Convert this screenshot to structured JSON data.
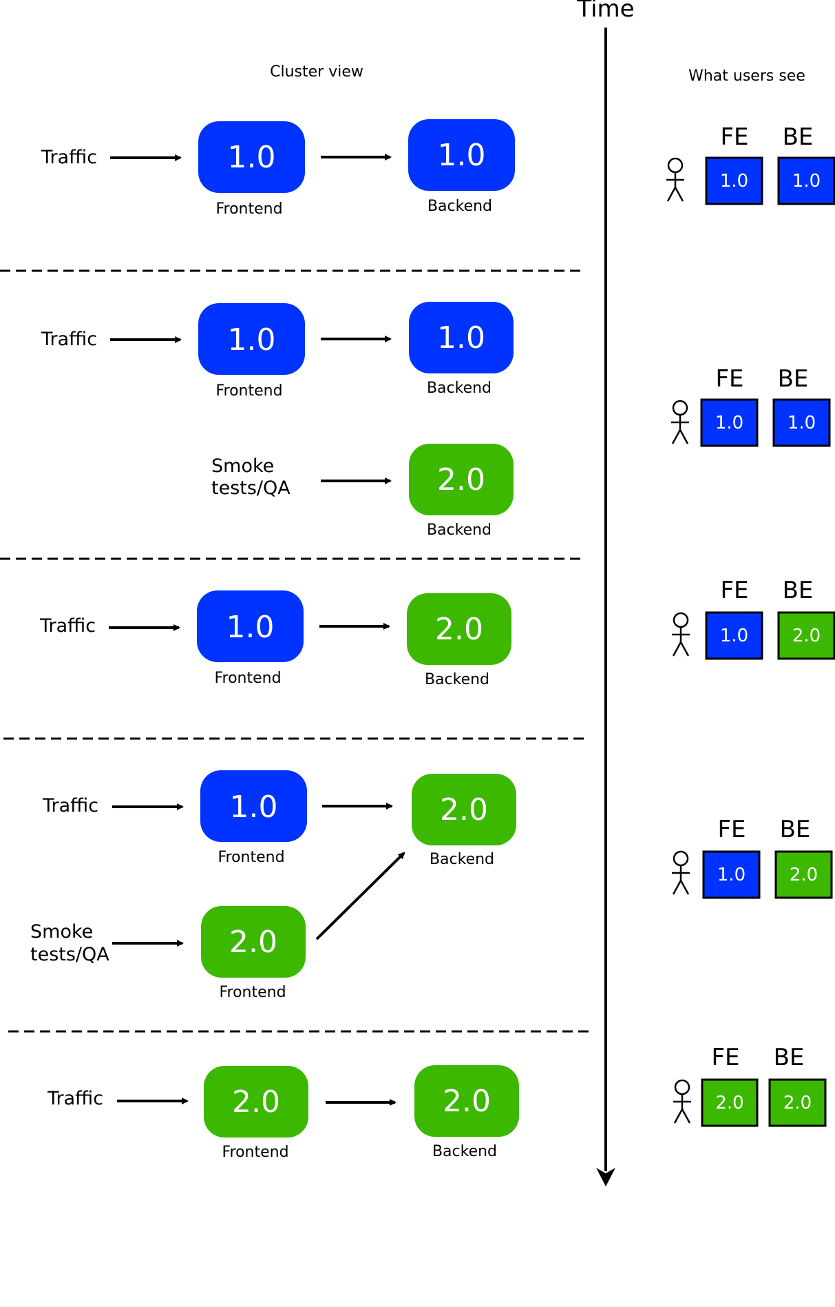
{
  "time_label": "Time",
  "cluster_view_title": "Cluster view",
  "users_view_title": "What users see",
  "colors": {
    "v1": "#0033ff",
    "v2": "#3cb800",
    "line": "#000000",
    "text_on_box": "#ffffff"
  },
  "icons": [
    "person-icon",
    "arrow-right-icon",
    "arrow-down-icon"
  ],
  "stages": [
    {
      "rows": [
        {
          "source": "Traffic",
          "frontend": "1.0",
          "backend": "1.0",
          "frontend_label": "Frontend",
          "backend_label": "Backend"
        }
      ],
      "users_see": {
        "fe_label": "FE",
        "be_label": "BE",
        "fe": "1.0",
        "be": "1.0"
      }
    },
    {
      "rows": [
        {
          "source": "Traffic",
          "frontend": "1.0",
          "backend": "1.0",
          "frontend_label": "Frontend",
          "backend_label": "Backend"
        },
        {
          "source": "Smoke\ntests/QA",
          "backend": "2.0",
          "backend_label": "Backend"
        }
      ],
      "users_see": {
        "fe_label": "FE",
        "be_label": "BE",
        "fe": "1.0",
        "be": "1.0"
      }
    },
    {
      "rows": [
        {
          "source": "Traffic",
          "frontend": "1.0",
          "backend": "2.0",
          "frontend_label": "Frontend",
          "backend_label": "Backend"
        }
      ],
      "users_see": {
        "fe_label": "FE",
        "be_label": "BE",
        "fe": "1.0",
        "be": "2.0"
      }
    },
    {
      "rows": [
        {
          "source": "Traffic",
          "frontend": "1.0",
          "backend": "2.0",
          "frontend_label": "Frontend",
          "backend_label": "Backend"
        },
        {
          "source": "Smoke\ntests/QA",
          "frontend": "2.0",
          "frontend_label": "Frontend",
          "connects_to": "backend"
        }
      ],
      "users_see": {
        "fe_label": "FE",
        "be_label": "BE",
        "fe": "1.0",
        "be": "2.0"
      }
    },
    {
      "rows": [
        {
          "source": "Traffic",
          "frontend": "2.0",
          "backend": "2.0",
          "frontend_label": "Frontend",
          "backend_label": "Backend"
        }
      ],
      "users_see": {
        "fe_label": "FE",
        "be_label": "BE",
        "fe": "2.0",
        "be": "2.0"
      }
    }
  ]
}
